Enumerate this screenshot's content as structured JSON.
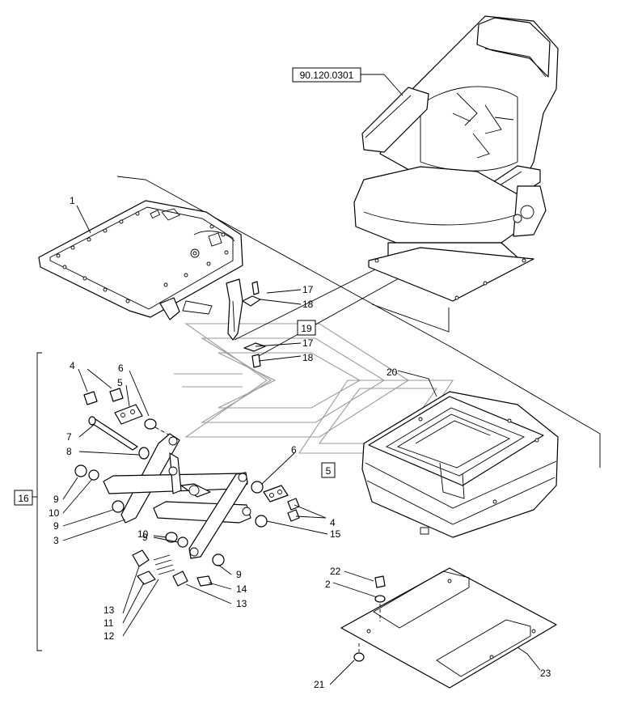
{
  "reference_label": "90.120.0301",
  "boxed_labels": {
    "b19": "19",
    "b5": "5",
    "b16": "16"
  },
  "callouts": {
    "c1": "1",
    "c4a": "4",
    "c5a": "5",
    "c6a": "6",
    "c7": "7",
    "c8": "8",
    "c9a": "9",
    "c10a": "10",
    "c9b": "9",
    "c3": "3",
    "c10b": "10",
    "c9c": "9",
    "c9d": "9",
    "c14": "14",
    "c13a": "13",
    "c13b": "13",
    "c11": "11",
    "c12": "12",
    "c6b": "6",
    "c4b": "4",
    "c15": "15",
    "c17a": "17",
    "c18a": "18",
    "c17b": "17",
    "c18b": "18",
    "c20": "20",
    "c22": "22",
    "c2": "2",
    "c21": "21",
    "c23": "23"
  }
}
